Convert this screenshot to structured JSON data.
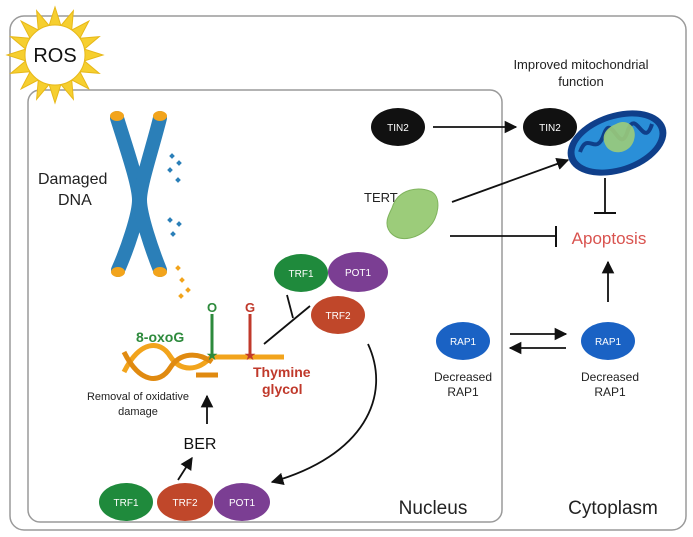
{
  "sun": {
    "label": "ROS",
    "color": "#f6cf2f"
  },
  "compartments": {
    "nucleus": "Nucleus",
    "cytoplasm": "Cytoplasm"
  },
  "dna": {
    "damaged_line1": "Damaged",
    "damaged_line2": "DNA"
  },
  "lesions": {
    "oxoG_letter": "O",
    "oxoG_label": "8-oxoG",
    "thymine_letter": "G",
    "thymine_line1": "Thymine",
    "thymine_line2": "glycol",
    "removal_line1": "Removal of oxidative",
    "removal_line2": "damage"
  },
  "ber": "BER",
  "proteins": {
    "trf1": "TRF1",
    "trf2": "TRF2",
    "pot1": "POT1",
    "tin2": "TIN2",
    "tert": "TERT",
    "rap1": "RAP1"
  },
  "rap1_caption": {
    "line1": "Decreased",
    "line2": "RAP1"
  },
  "mito": {
    "line1": "Improved mitochondrial",
    "line2": "function"
  },
  "apoptosis": "Apoptosis",
  "colors": {
    "trf1": "#1f8a3c",
    "trf2": "#c0472a",
    "pot1": "#7b3e93",
    "tin2": "#111111",
    "rap1": "#1a62c4",
    "tert": "#9ccc7a",
    "apoptosis": "#d9534f",
    "oxoG": "#2d8a3c",
    "thymine": "#c0392b",
    "chromosome": "#2b7fb8"
  }
}
